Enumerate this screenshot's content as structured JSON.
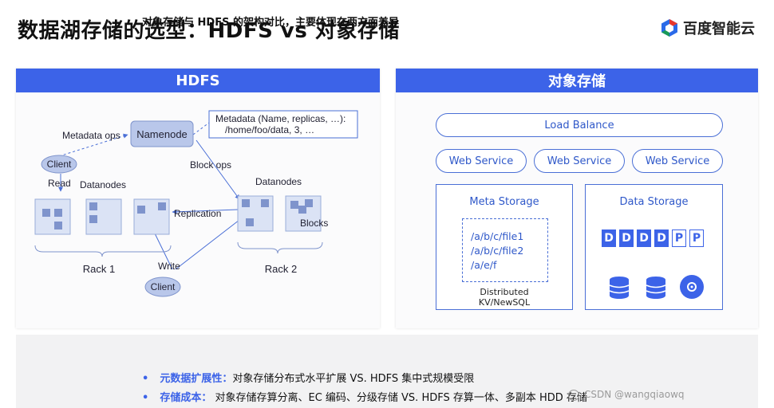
{
  "title": "数据湖存储的选型：HDFS vs 对象存储",
  "brand": {
    "name": "百度智能云"
  },
  "left_panel": {
    "heading": "HDFS",
    "labels": {
      "metadata_ops": "Metadata ops",
      "namenode": "Namenode",
      "metadata_line1": "Metadata (Name, replicas, …):",
      "metadata_line2": "/home/foo/data, 3, …",
      "client_top": "Client",
      "read": "Read",
      "datanodes_left": "Datanodes",
      "block_ops": "Block ops",
      "datanodes_right": "Datanodes",
      "replication": "Replication",
      "blocks": "Blocks",
      "write": "Write",
      "rack1": "Rack 1",
      "rack2": "Rack 2",
      "client_bottom": "Client"
    }
  },
  "right_panel": {
    "heading": "对象存储",
    "load_balance": "Load Balance",
    "web_services": [
      "Web Service",
      "Web Service",
      "Web Service"
    ],
    "meta_storage": {
      "title": "Meta Storage",
      "paths": [
        "/a/b/c/file1",
        "/a/b/c/file2",
        "/a/e/f"
      ],
      "footer_line1": "Distributed",
      "footer_line2": "KV/NewSQL"
    },
    "data_storage": {
      "title": "Data Storage",
      "blocks": [
        "D",
        "D",
        "D",
        "D",
        "P",
        "P"
      ]
    }
  },
  "bottom": {
    "heading": "对象存储与 HDFS 的架构对比，主要体现在两方面差异",
    "bullets": [
      {
        "key": "元数据扩展性",
        "sep": "：",
        "text": "对象存储分布式水平扩展 VS. HDFS 集中式规模受限"
      },
      {
        "key": "存储成本",
        "sep": "：",
        "text": " 对象存储存算分离、EC 编码、分级存储 VS. HDFS 存算一体、多副本 HDD 存储"
      }
    ]
  },
  "watermark": "CSDN @wangqiaowq",
  "colors": {
    "accent": "#3c63e8",
    "node_fill": "#b9c7ea",
    "rack_fill": "#dbe3f5"
  }
}
